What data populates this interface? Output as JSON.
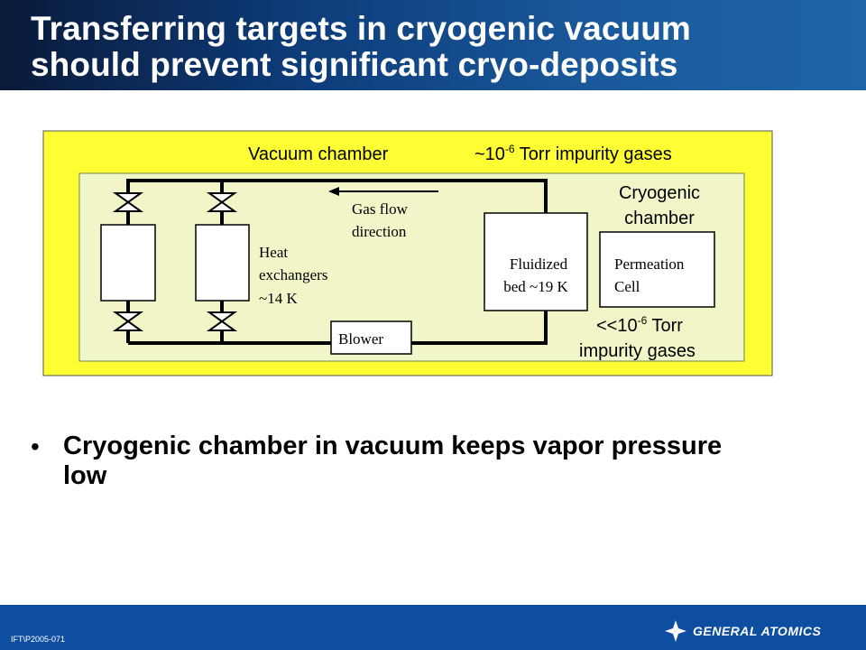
{
  "slide": {
    "title_line1": "Transferring targets in cryogenic vacuum",
    "title_line2": "should prevent significant cryo-deposits"
  },
  "diagram": {
    "vacuum_chamber_label": "Vacuum chamber",
    "vacuum_pressure_prefix": "~10",
    "vacuum_pressure_exp": "-6",
    "vacuum_pressure_suffix": " Torr impurity gases",
    "cryo_chamber_line1": "Cryogenic",
    "cryo_chamber_line2": "chamber",
    "cryo_pressure_prefix": "<<10",
    "cryo_pressure_exp": "-6",
    "cryo_pressure_suffix": " Torr",
    "cryo_pressure_line2": "impurity gases",
    "gas_flow_line1": "Gas flow",
    "gas_flow_line2": "direction",
    "heat_ex_line1": "Heat",
    "heat_ex_line2": "exchangers",
    "heat_ex_line3": "~14 K",
    "fluidized_line1": "Fluidized",
    "fluidized_line2": "bed ~19 K",
    "permeation_line1": "Permeation",
    "permeation_line2": "Cell",
    "blower_label": "Blower",
    "colors": {
      "vacuum_fill": "#ffff33",
      "cryo_fill": "#f2f5c8",
      "line": "#000000"
    }
  },
  "bullets": [
    {
      "text": "Cryogenic chamber in vacuum keeps vapor pressure low"
    }
  ],
  "footer": {
    "code": "IFT\\P2005-071",
    "logo_text": "GENERAL ATOMICS",
    "logo_icon": "general-atomics-logo-icon"
  }
}
